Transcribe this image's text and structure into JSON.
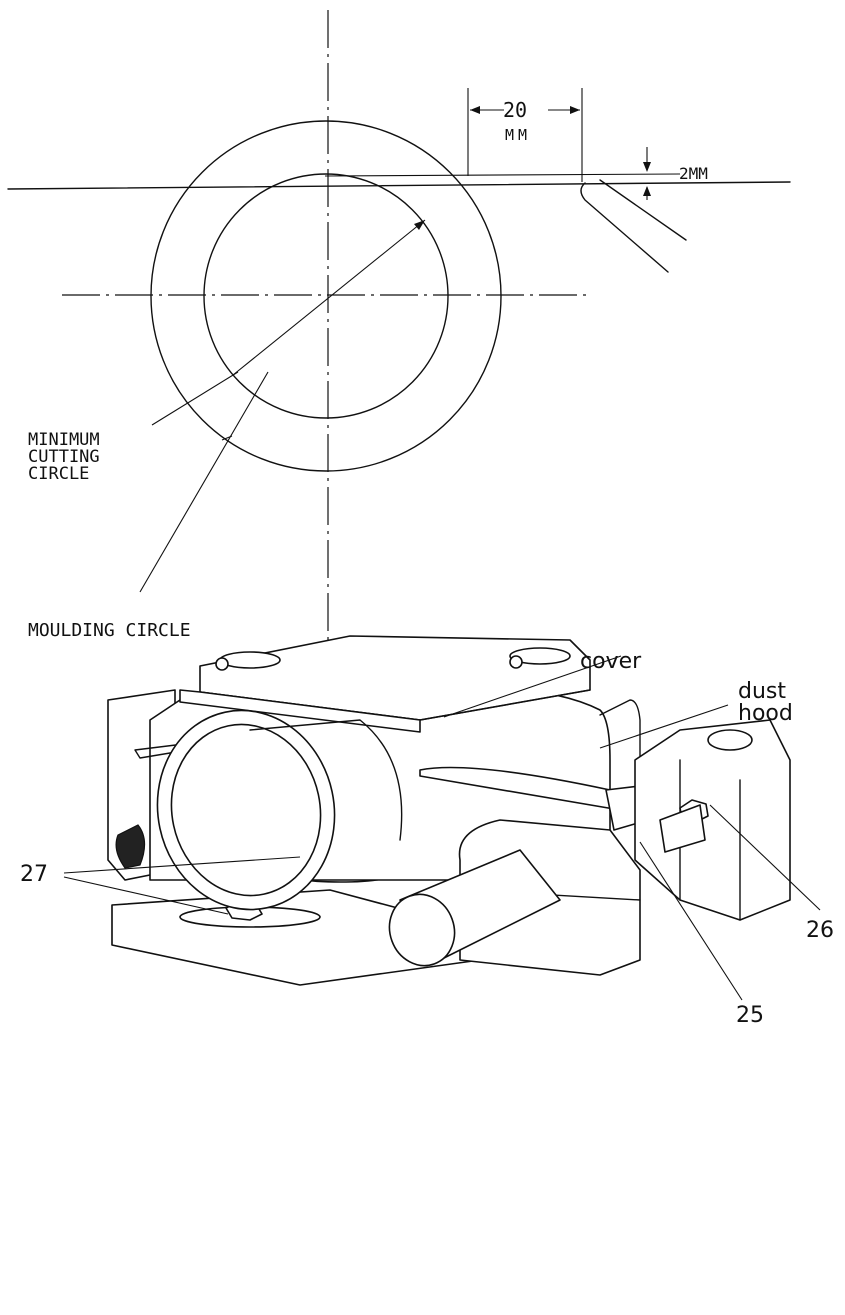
{
  "diagram_top": {
    "dimension_width_value": "20",
    "dimension_width_unit": "MM",
    "dimension_offset": "2MM",
    "label_minimum_cutting_circle_line1": "MINIMUM",
    "label_minimum_cutting_circle_line2": "CUTTING",
    "label_minimum_cutting_circle_line3": "CIRCLE",
    "label_moulding_circle": "MOULDING CIRCLE"
  },
  "diagram_bottom": {
    "label_cover": "cover",
    "label_dust_line1": "dust",
    "label_dust_line2": "hood",
    "callout_27": "27",
    "callout_26": "26",
    "callout_25": "25"
  }
}
